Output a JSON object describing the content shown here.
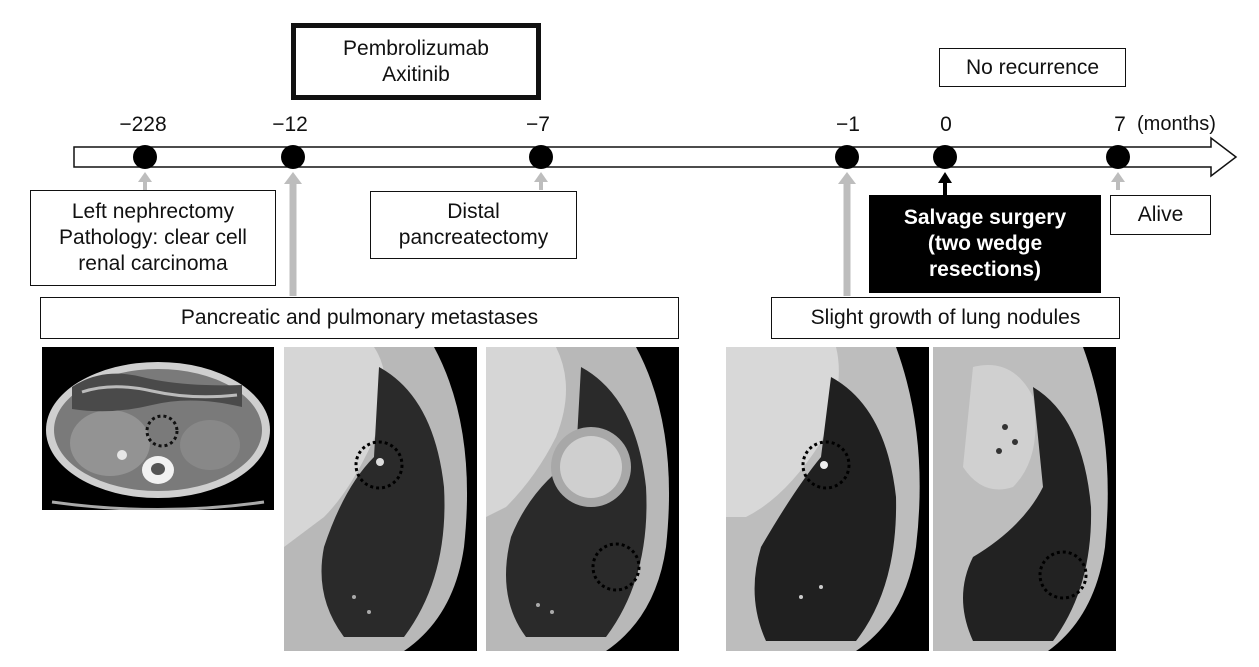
{
  "treatment": {
    "line1": "Pembrolizumab",
    "line2": "Axitinib"
  },
  "recurrence": "No recurrence",
  "axis_unit": "(months)",
  "timepoints": [
    "−228",
    "−12",
    "−7",
    "−1",
    "0",
    "7"
  ],
  "events": {
    "nephrectomy": [
      "Left nephrectomy",
      "Pathology: clear cell",
      "renal carcinoma"
    ],
    "pancreatectomy": [
      "Distal",
      "pancreatectomy"
    ],
    "surgery": [
      "Salvage surgery",
      "(two wedge",
      "resections)"
    ],
    "alive": "Alive"
  },
  "findings": {
    "metastases": "Pancreatic and pulmonary metastases",
    "growth": "Slight growth of lung nodules"
  }
}
